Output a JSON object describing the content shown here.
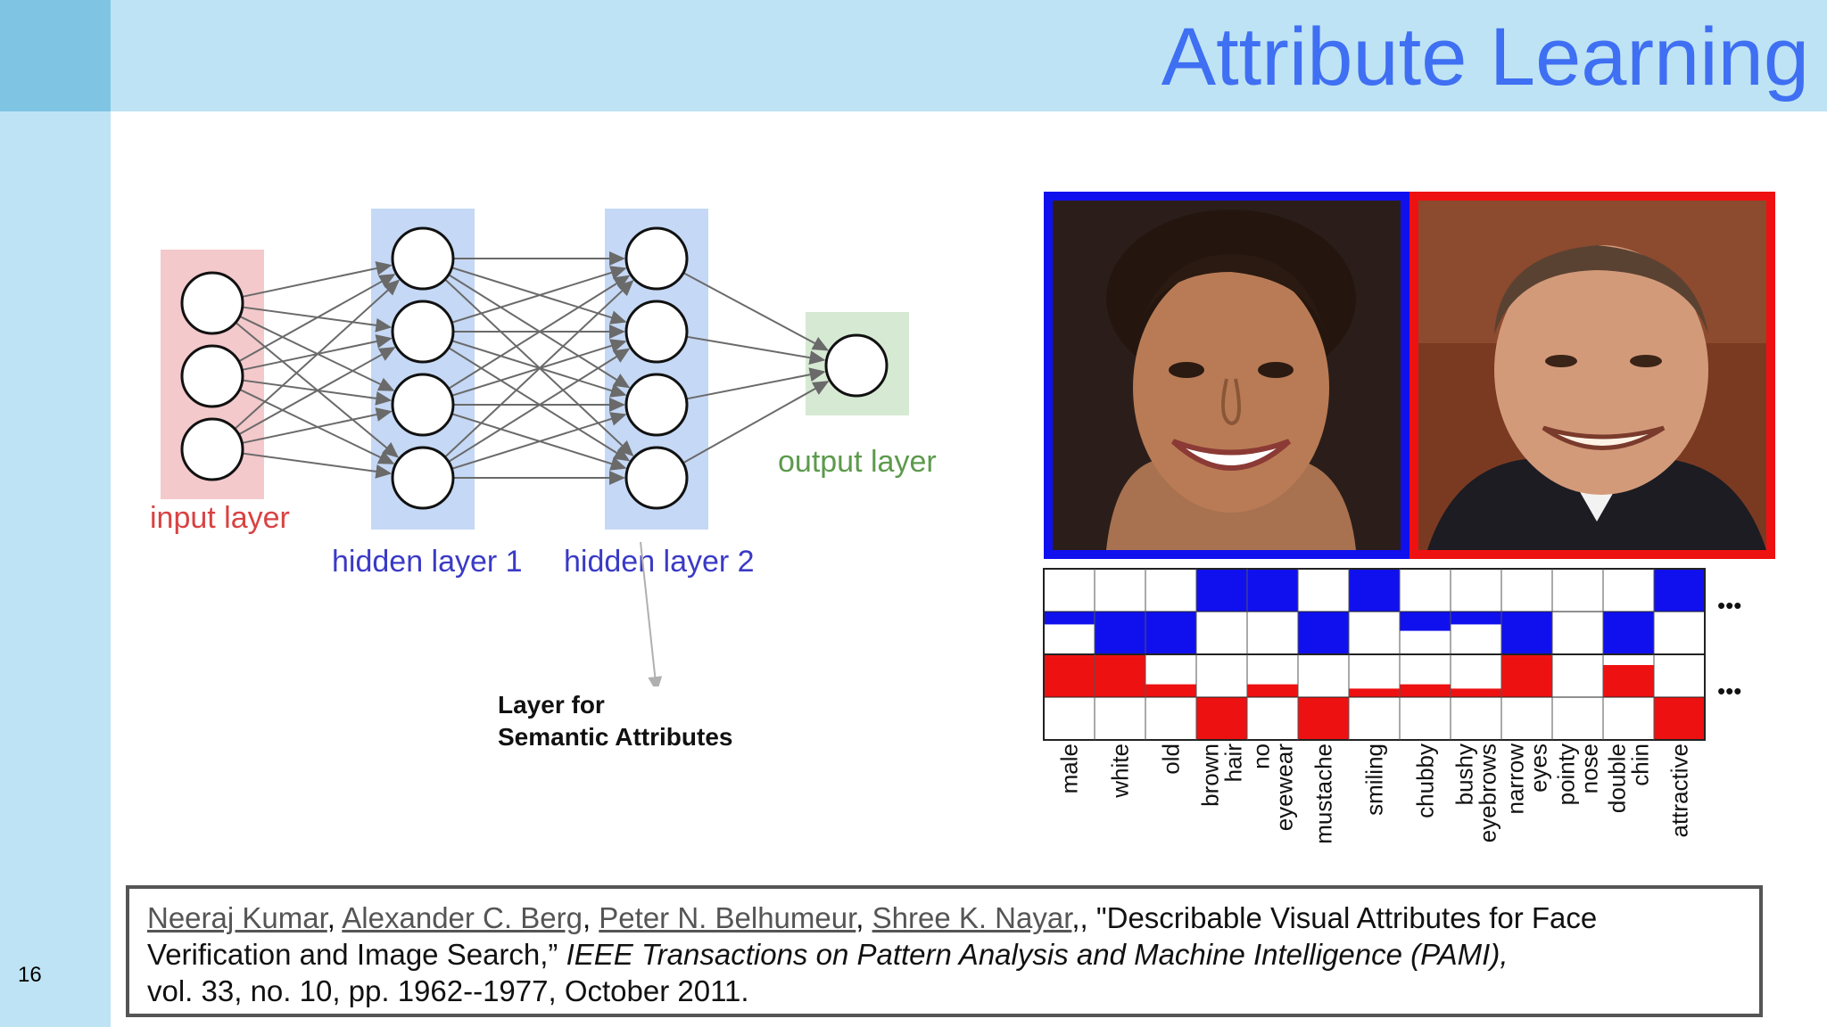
{
  "slide": {
    "title": "Attribute Learning",
    "number": "16"
  },
  "network": {
    "input_label": "input layer",
    "hidden1_label": "hidden layer 1",
    "hidden2_label": "hidden layer 2",
    "output_label": "output layer",
    "annotation_line1": "Layer for",
    "annotation_line2": "Semantic Attributes",
    "colors": {
      "input": "#f4c9cc",
      "hidden": "#c5d8f5",
      "output": "#d6ead3",
      "input_text": "#d94242",
      "hidden_text": "#3a3ac6",
      "output_text": "#5c9a4c"
    }
  },
  "faces": {
    "left_border_color": "#1010ee",
    "right_border_color": "#ee1111"
  },
  "chart_data": {
    "type": "bar",
    "title": "",
    "categories": [
      "male",
      "white",
      "old",
      "brown hair",
      "no eyewear",
      "mustache",
      "smiling",
      "chubby",
      "bushy eyebrows",
      "narrow eyes",
      "pointy nose",
      "double chin",
      "attractive"
    ],
    "category_lines": [
      [
        "male"
      ],
      [
        "white"
      ],
      [
        "old"
      ],
      [
        "brown",
        "hair"
      ],
      [
        "no",
        "eyewear"
      ],
      [
        "mustache"
      ],
      [
        "smiling"
      ],
      [
        "chubby"
      ],
      [
        "bushy",
        "eyebrows"
      ],
      [
        "narrow",
        "eyes"
      ],
      [
        "pointy",
        "nose"
      ],
      [
        "double",
        "chin"
      ],
      [
        "attractive"
      ]
    ],
    "series": [
      {
        "color": "#1010ee",
        "values": [
          -0.3,
          -1,
          -1,
          1,
          1,
          -1,
          1,
          -0.45,
          -0.3,
          -1,
          0,
          -1,
          1
        ]
      },
      {
        "color": "#ee1111",
        "values": [
          1,
          1,
          0.3,
          -1,
          0.3,
          -1,
          0.2,
          0.3,
          0.2,
          1,
          0,
          0.75,
          -1
        ]
      }
    ],
    "ylim": [
      -1,
      1
    ],
    "more_indicator": "•••"
  },
  "citation": {
    "author1": "Neeraj Kumar",
    "sep1": ", ",
    "author2": "Alexander C. Berg",
    "sep2": ", ",
    "author3": "Peter N. Belhumeur",
    "sep3": ", ",
    "author4": "Shree K. Nayar",
    "title_text": ",, \"Describable Visual Attributes for Face Verification and Image Search,” ",
    "journal": "IEEE Transactions on Pattern Analysis and Machine Intelligence (PAMI),",
    "details": "vol. 33, no. 10, pp. 1962--1977, October 2011."
  }
}
